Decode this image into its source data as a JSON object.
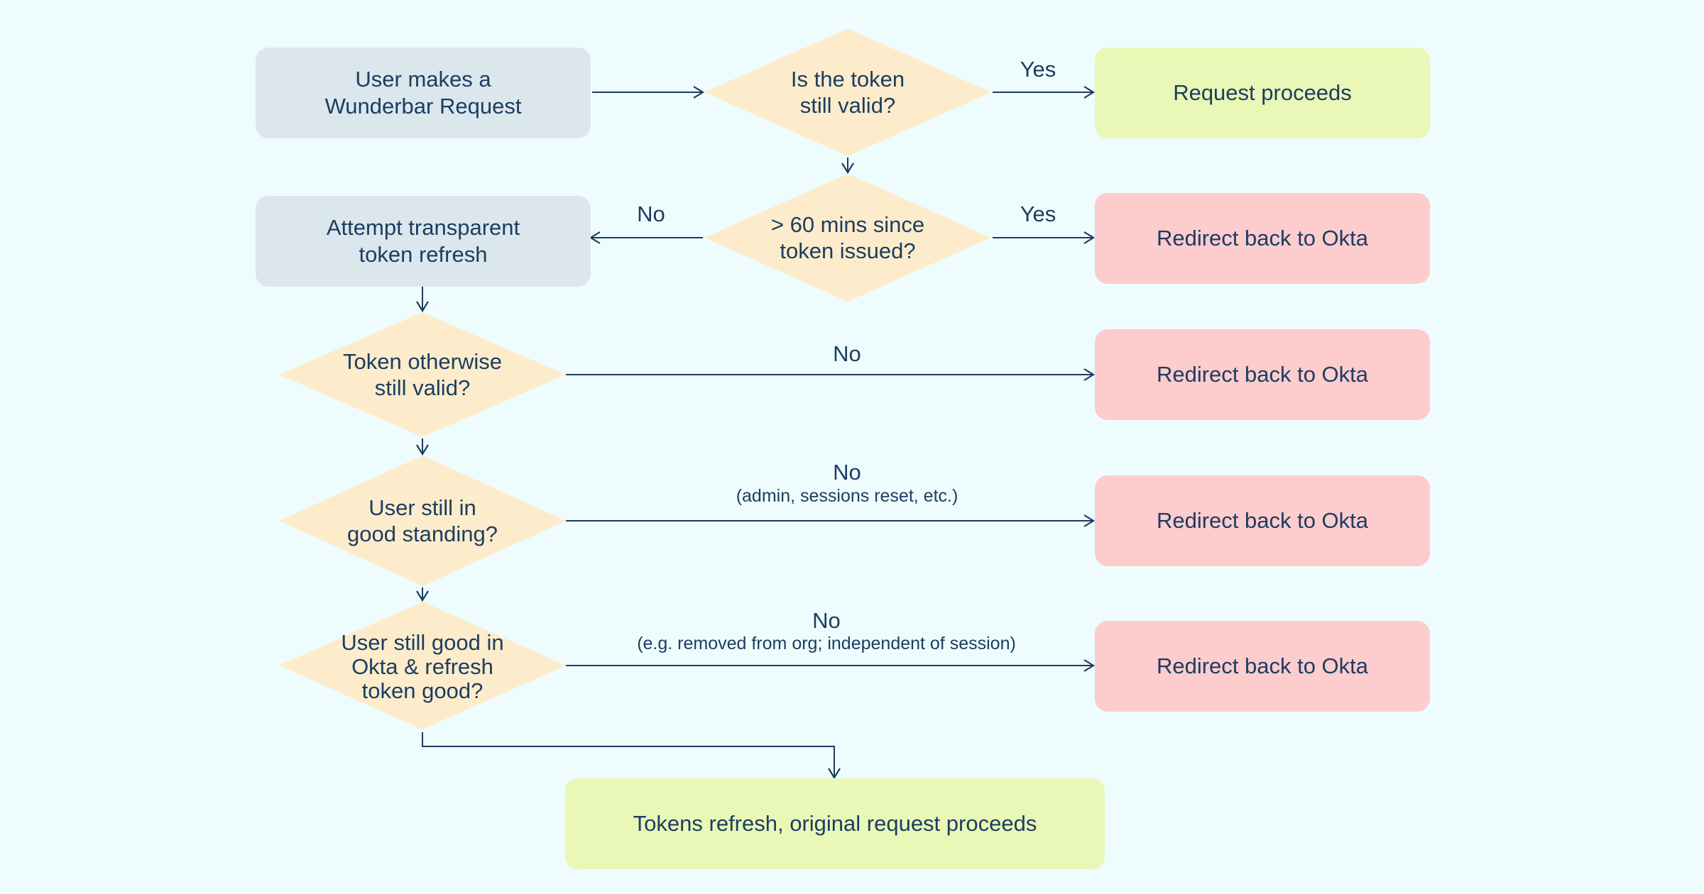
{
  "nodes": {
    "user_request": "User makes a\nWunderbar Request",
    "token_valid": "Is the token\nstill valid?",
    "request_proceeds": "Request proceeds",
    "mins_since": "> 60 mins since\ntoken issued?",
    "attempt_refresh": "Attempt transparent\ntoken refresh",
    "redirect_1": "Redirect back to Okta",
    "token_otherwise": "Token otherwise\nstill valid?",
    "redirect_2": "Redirect back to Okta",
    "good_standing": "User still in\ngood standing?",
    "redirect_3": "Redirect back to Okta",
    "okta_good": "User still good in\nOkta & refresh\ntoken good?",
    "redirect_4": "Redirect back to Okta",
    "tokens_refresh": "Tokens refresh, original request proceeds"
  },
  "edges": {
    "valid_yes": "Yes",
    "mins_yes": "Yes",
    "mins_no": "No",
    "otherwise_no": "No",
    "standing_no": "No",
    "standing_no_note": "(admin, sessions reset, etc.)",
    "okta_no": "No",
    "okta_no_note": "(e.g. removed from org; independent of session)"
  },
  "colors": {
    "background": "#effcfd",
    "text": "#1c3d61",
    "process": "#dbe7ed",
    "decision": "#fdeccb",
    "success": "#e9f7b7",
    "redirect": "#fdcccd",
    "line": "#1c3d61"
  }
}
